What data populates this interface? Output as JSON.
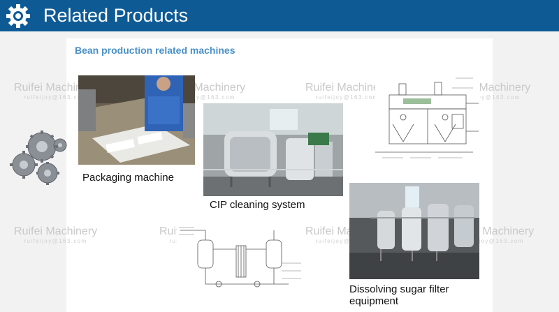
{
  "header": {
    "title": "Related Products",
    "icon": "gear-icon",
    "background": "#0e5a95"
  },
  "content": {
    "subtitle": "Bean production related machines",
    "subtitle_color": "#4a90c8"
  },
  "watermark": {
    "brand": "Ruifei Machinery",
    "email": "ruifeijoy@163.com"
  },
  "products": [
    {
      "caption": "Packaging machine"
    },
    {
      "caption": "CIP cleaning system"
    },
    {
      "caption": "Dissolving sugar filter equipment"
    }
  ]
}
